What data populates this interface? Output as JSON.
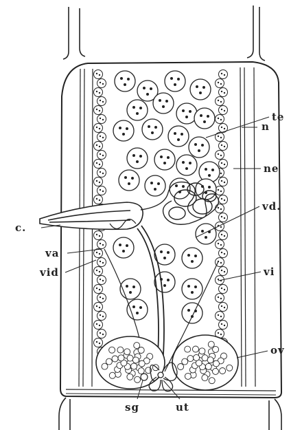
{
  "labels": {
    "te": "te",
    "n": "n",
    "ne": "ne",
    "vd": "vd.",
    "c": "c.",
    "va": "va",
    "vi": "vi",
    "vid": "vid",
    "ov": "ov",
    "sg": "sg",
    "ut": "ut"
  }
}
